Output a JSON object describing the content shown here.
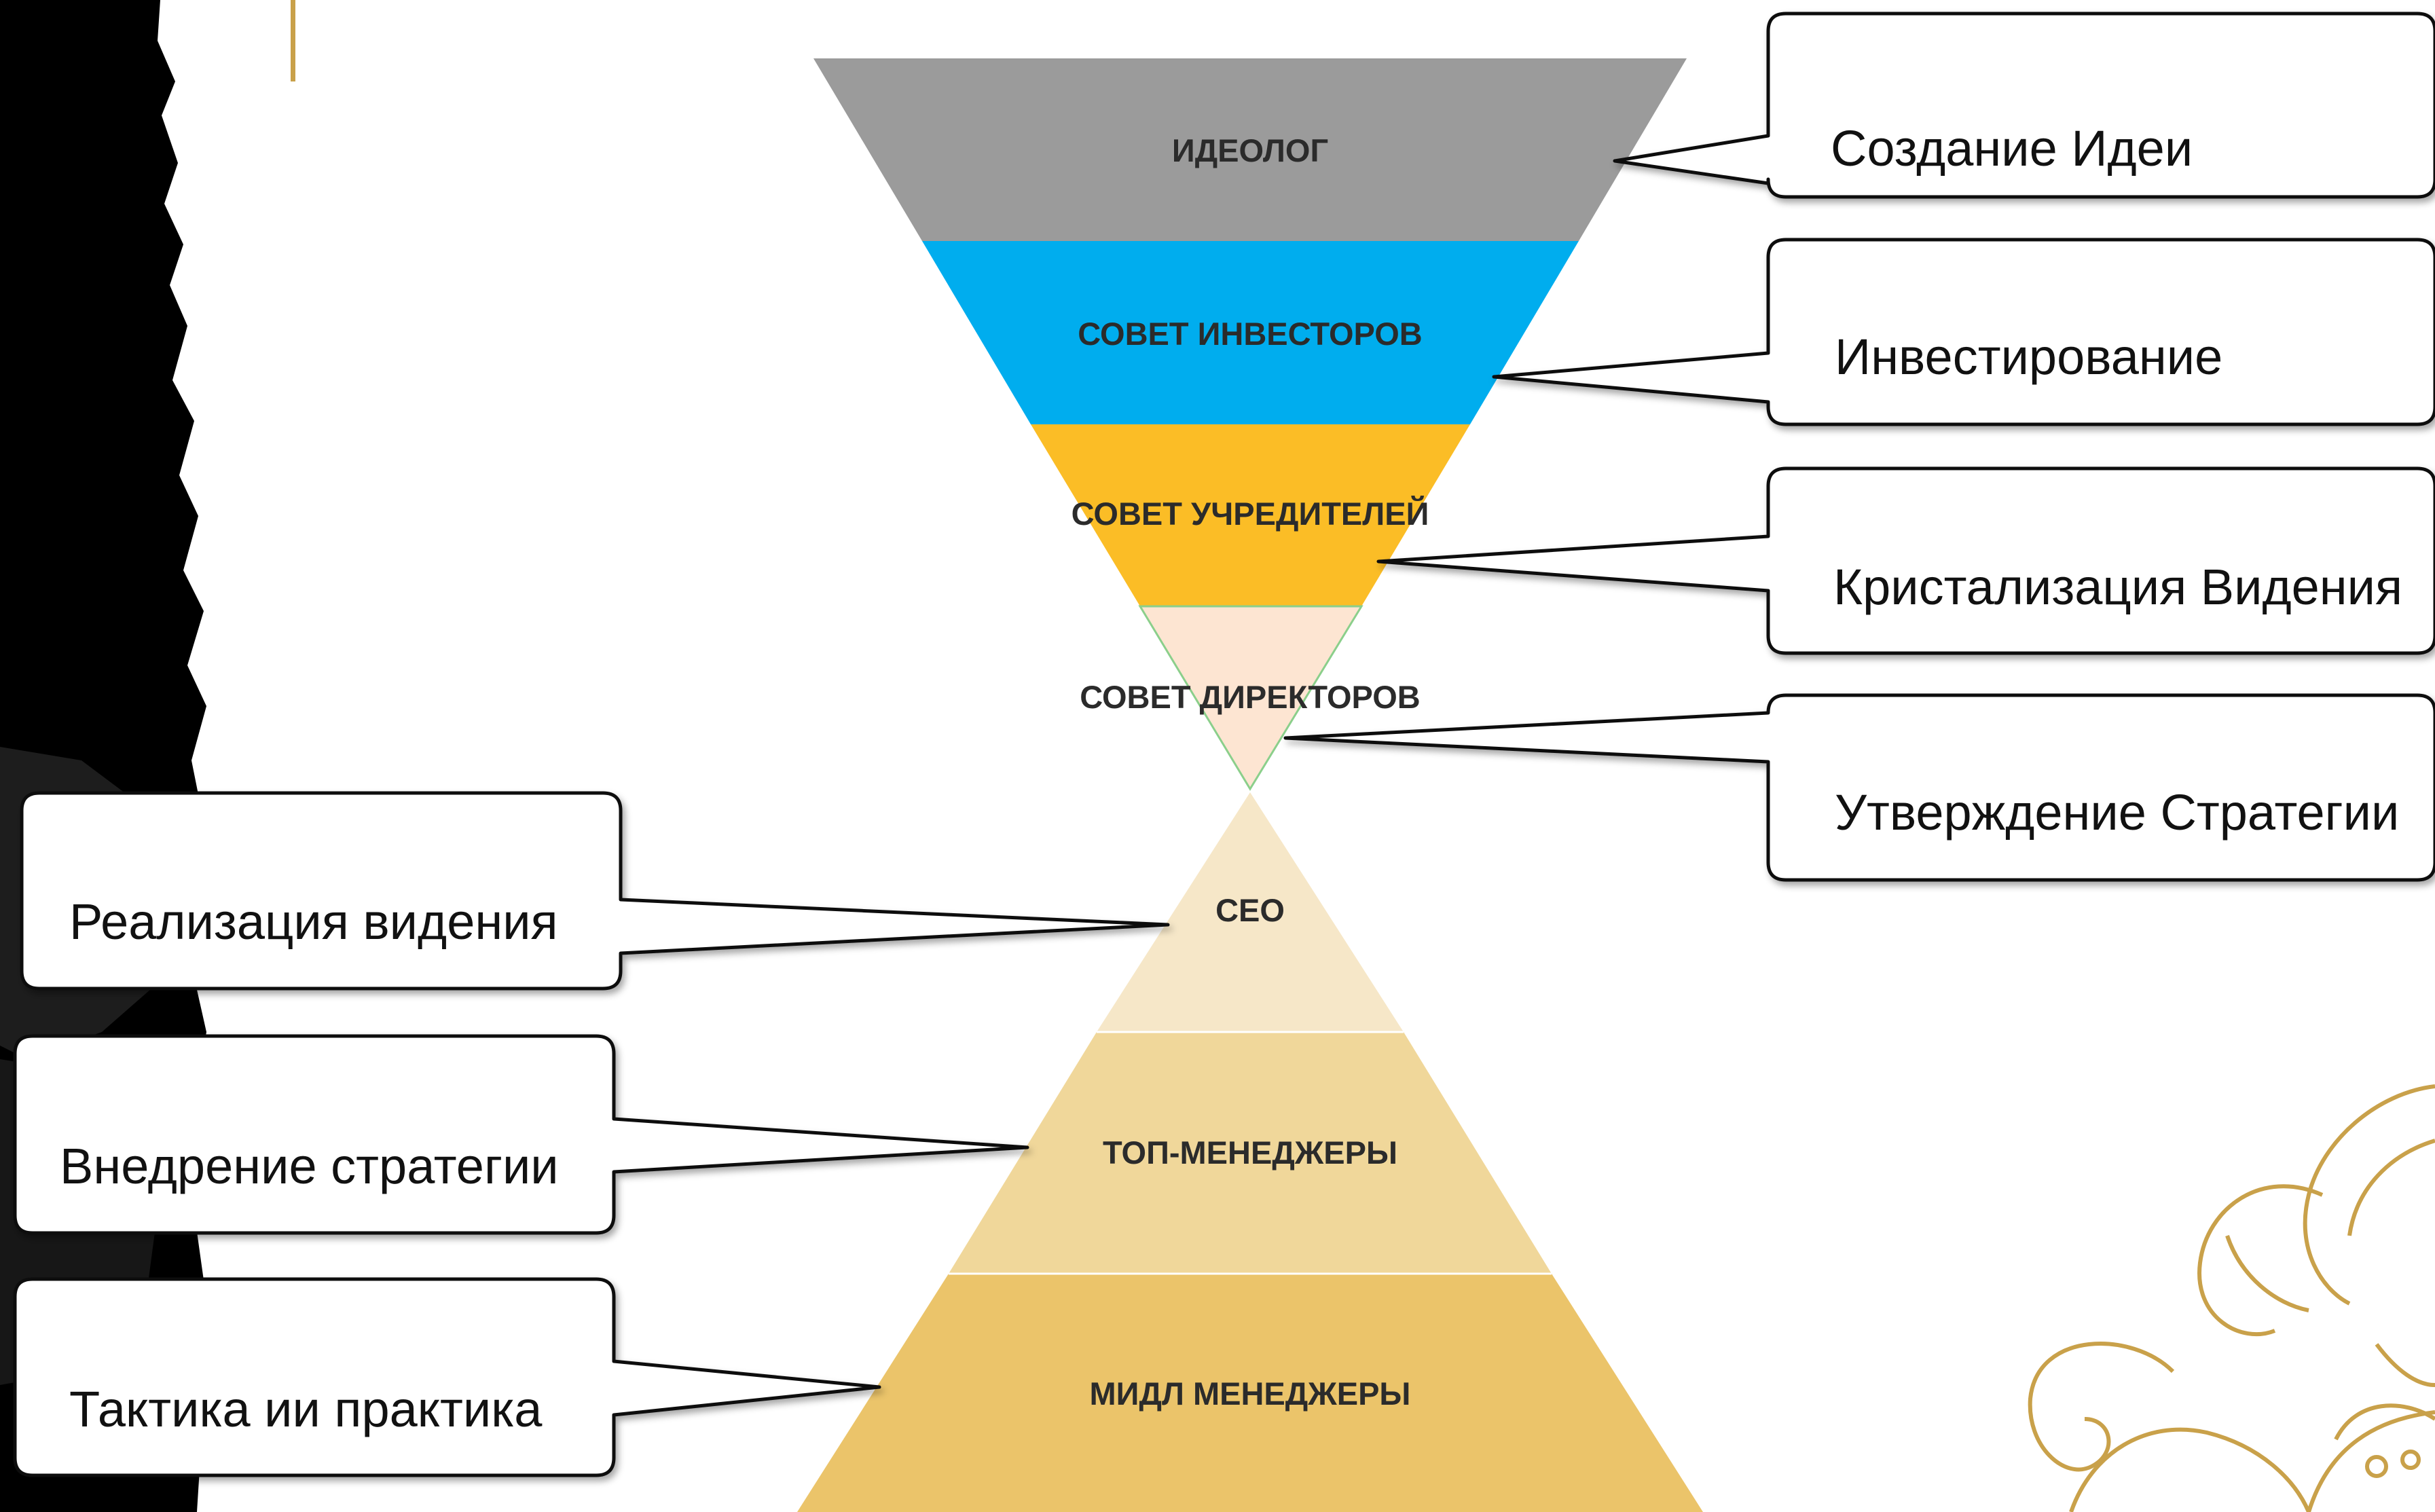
{
  "diagram": {
    "inverted_funnel": {
      "levels": [
        {
          "label": "ИДЕОЛОГ",
          "color": "#9b9b9b"
        },
        {
          "label": "СОВЕТ ИНВЕСТОРОВ",
          "color": "#00adee"
        },
        {
          "label": "СОВЕТ УЧРЕДИТЕЛЕЙ",
          "color": "#fbbd26"
        },
        {
          "label": "СОВЕТ ДИРЕКТОРОВ",
          "color": "#fde5d2"
        }
      ]
    },
    "pyramid": {
      "levels": [
        {
          "label": "CEO",
          "color": "#f6e7c8"
        },
        {
          "label": "ТОП-МЕНЕДЖЕРЫ",
          "color": "#f0d79a"
        },
        {
          "label": "МИДЛ МЕНЕДЖЕРЫ",
          "color": "#ebc46a"
        }
      ]
    },
    "callouts_right": [
      {
        "text": "Создание Идеи"
      },
      {
        "text": "Инвестирование"
      },
      {
        "text": "Кристализация Видения"
      },
      {
        "text": "Утверждение Стратегии"
      }
    ],
    "callouts_left": [
      {
        "text": "Реализация видения"
      },
      {
        "text": "Внедрение стратегии"
      },
      {
        "text": "Тактика ии практика"
      }
    ]
  },
  "decor": {
    "gold": "#c9a14a",
    "left_strip_color": "#000000"
  }
}
